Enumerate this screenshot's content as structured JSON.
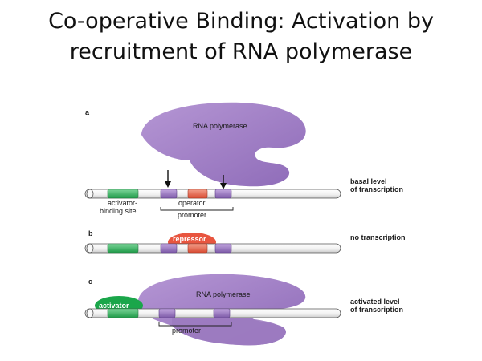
{
  "title": {
    "line1": "Co-operative Binding: Activation by",
    "line2": "recruitment of RNA polymerase"
  },
  "panels": {
    "a": {
      "letter": "a",
      "polymerase_label": "RNA polymerase",
      "state": "basal level\nof transcription",
      "state_line1": "basal level",
      "state_line2": "of transcription",
      "activator_site_line1": "activator-",
      "activator_site_line2": "binding site",
      "operator_label": "operator",
      "promoter_label": "promoter"
    },
    "b": {
      "letter": "b",
      "repressor_label": "repressor",
      "state": "no transcription"
    },
    "c": {
      "letter": "c",
      "activator_label": "activator",
      "polymerase_label": "RNA polymerase",
      "state_line1": "activated level",
      "state_line2": "of transcription",
      "promoter_label": "promoter"
    }
  },
  "colors": {
    "polymerase": "#a383c4",
    "polymerase_dark": "#8a68b0",
    "activator": "#1aa64a",
    "activator_site": "#33b35a",
    "repressor": "#e8553f",
    "operator": "#e46c52",
    "promoter_box": "#8f6cc0",
    "dna": "#f4f4f4",
    "dna_outline": "#555555"
  }
}
